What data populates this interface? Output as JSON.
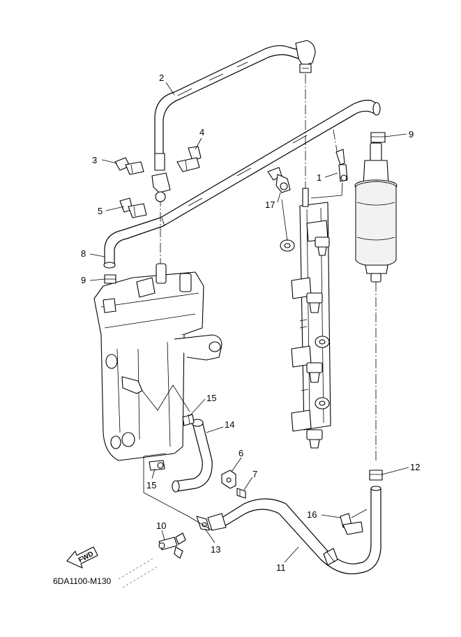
{
  "diagram": {
    "code": "6DA1100-M130",
    "fwd_label": "FWD",
    "callouts": [
      {
        "id": "c2",
        "text": "2"
      },
      {
        "id": "c4",
        "text": "4"
      },
      {
        "id": "c3",
        "text": "3"
      },
      {
        "id": "c9a",
        "text": "9"
      },
      {
        "id": "c1",
        "text": "1"
      },
      {
        "id": "c17",
        "text": "17"
      },
      {
        "id": "c5",
        "text": "5"
      },
      {
        "id": "c8",
        "text": "8"
      },
      {
        "id": "c9b",
        "text": "9"
      },
      {
        "id": "c15a",
        "text": "15"
      },
      {
        "id": "c14",
        "text": "14"
      },
      {
        "id": "c6",
        "text": "6"
      },
      {
        "id": "c7",
        "text": "7"
      },
      {
        "id": "c15b",
        "text": "15"
      },
      {
        "id": "c12",
        "text": "12"
      },
      {
        "id": "c16",
        "text": "16"
      },
      {
        "id": "c10",
        "text": "10"
      },
      {
        "id": "c13",
        "text": "13"
      },
      {
        "id": "c11",
        "text": "11"
      }
    ]
  }
}
